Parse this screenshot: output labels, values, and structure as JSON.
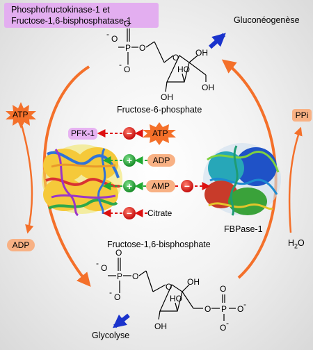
{
  "enzymes_title": {
    "line1": "Phosphofructokinase-1 et",
    "line2": "Fructose-1,6-bisphosphatase-1"
  },
  "pathways": {
    "gluconeogenesis": "Gluconéogenèse",
    "glycolysis": "Glycolyse"
  },
  "metabolites": {
    "f6p": "Fructose-6-phosphate",
    "f16bp": "Fructose-1,6-bisphosphate"
  },
  "enzymes": {
    "pfk1": "PFK-1",
    "fbpase1": "FBPase-1"
  },
  "regulators": {
    "atp": "ATP",
    "adp": "ADP",
    "amp": "AMP",
    "citrate": "Citrate"
  },
  "regulation_signs": {
    "inhibit": "−",
    "activate": "+"
  },
  "side_cycle": {
    "atp": "ATP",
    "adp": "ADP",
    "ppi": "PPi",
    "water_main": "H",
    "water_sub": "2",
    "water_tail": "O"
  },
  "chem": {
    "o_minus": "O",
    "minus": "-",
    "o": "O",
    "p": "P",
    "oh": "OH",
    "ho": "HO"
  },
  "colors": {
    "cycle_arrow": "#f4702a",
    "pathway_arrow": "#1a33cc",
    "inhibit_sign": "#dd1111",
    "activate_sign": "#22aa33",
    "regulator_pill": "#f8b184",
    "enzyme_label": "#e7b3f2"
  }
}
